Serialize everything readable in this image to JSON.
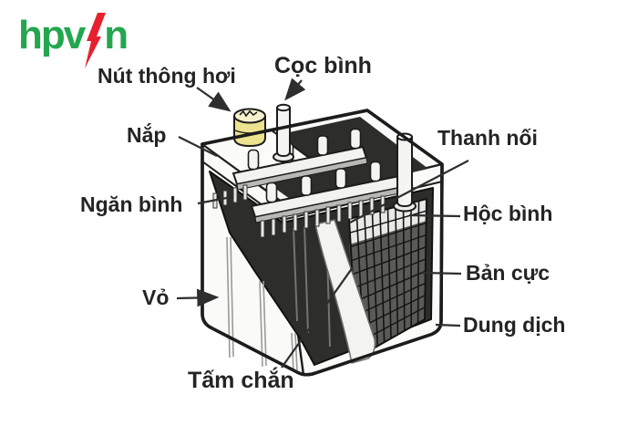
{
  "logo": {
    "text_prefix": "hpv",
    "text_suffix": "n",
    "color_green": "#23a64e",
    "color_red": "#e6212e",
    "bolt_icon": "lightning-bolt"
  },
  "labels": {
    "vent_plug": "Nút thông hơi",
    "terminal_post": "Cọc bình",
    "lid": "Nắp",
    "connector_bar": "Thanh nối",
    "cell_compartment": "Ngăn bình",
    "container_cell": "Hộc bình",
    "plate": "Bản cực",
    "electrolyte": "Dung dịch",
    "case": "Vỏ",
    "separator": "Tấm chắn"
  },
  "diagram": {
    "subject": "battery-cutaway-illustration",
    "colors": {
      "ink_outline": "#1c1c1c",
      "case_fill": "#fafaf8",
      "interior_dark": "#2d2d2b",
      "plate_grid_light": "#e9e9e6",
      "electrolyte_dark": "#5a5a57",
      "vent_cap_yellow": "#ece28f",
      "label_text": "#242424"
    }
  }
}
